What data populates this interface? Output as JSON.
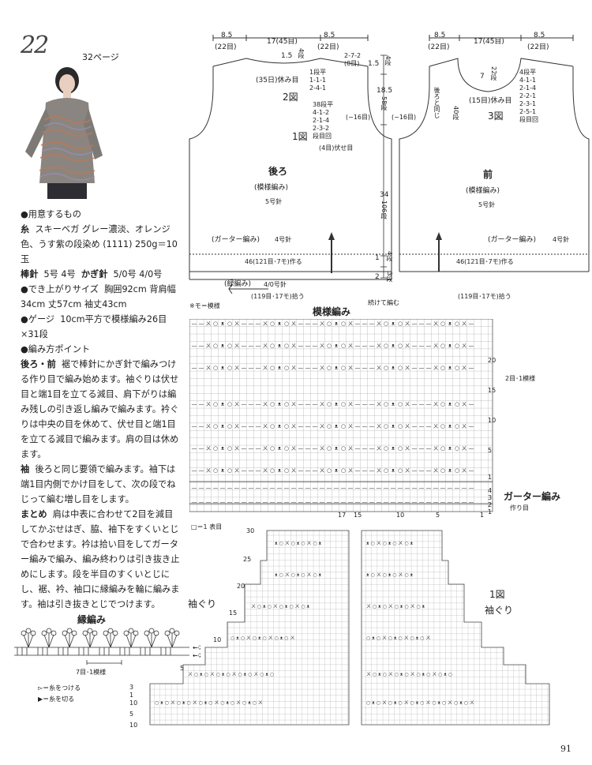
{
  "header": {
    "pattern_number": "22",
    "page_ref": "32ページ"
  },
  "materials": {
    "heading": "●用意するもの",
    "yarn_label": "糸",
    "yarn": "スキーベガ グレー濃淡、オレンジ色、うす紫の段染め (1111) 250g＝10玉",
    "needles_label": "棒針",
    "needles": "5号 4号",
    "hook_label": "かぎ針",
    "hook": "5/0号 4/0号"
  },
  "size": {
    "heading": "●でき上がりサイズ",
    "text": "胸囲92cm 背肩幅34cm 丈57cm 袖丈43cm"
  },
  "gauge": {
    "heading": "●ゲージ",
    "text": "10cm平方で模様編み26目×31段"
  },
  "method": {
    "heading": "●編み方ポイント",
    "body_label": "後ろ・前",
    "body": "裾で棒針にかぎ針で編みつける作り目で編み始めます。袖ぐりは伏せ目と端1目を立てる減目、肩下がりは編み残しの引き返し編みで編みます。衿ぐりは中央の目を休めて、伏せ目と端1目を立てる減目で編みます。肩の目は休めます。",
    "sleeve_label": "袖",
    "sleeve": "後ろと同じ要領で編みます。袖下は端1目内側でかけ目をして、次の段でねじって編む増し目をします。",
    "finish_label": "まとめ",
    "finish": "肩は中表に合わせて2目を減目してかぶせはぎ、脇、袖下をすくいとじで合わせます。衿は拾い目をしてガーター編みで編み、編み終わりは引き抜き止めにします。段を半目のすくいとじにし、裾、衿、袖口に縁編みを輪に編みます。袖は引き抜きとじでつけます。"
  },
  "edging": {
    "title": "縁編み",
    "repeat": "7目･1模様",
    "legend_attach": "▻＝糸をつける",
    "legend_cut": "▶＝糸を切る"
  },
  "back": {
    "top": {
      "left_w": "8.5",
      "left_st": "(22目)",
      "center": "17(45目)",
      "right_w": "8.5",
      "right_st": "(22目)"
    },
    "neck_depth": "1.5",
    "neck_rows": "4段",
    "rest": "(35日)休み目",
    "neck_dec": [
      "1段平",
      "1-1-1",
      "2-4-1"
    ],
    "shoulder_dec": [
      "2-7-2",
      "(8目)"
    ],
    "fig2": "2図",
    "fig1": "1図",
    "arm_dec": [
      "38段平",
      "4-1-2",
      "2-1-4",
      "2-3-2",
      "段目回"
    ],
    "arm_bind": "(4目)伏せ目",
    "side": "(−16目)",
    "title": "後ろ",
    "pattern": "(模様編み)",
    "needle": "5号針",
    "garter": "(ガーター編み)",
    "garter_needle": "4号針",
    "cast_on": "46(121目･7モ)作る",
    "edging_label": "(緑編み)",
    "edging_needle": "4/0号針",
    "pickup": "(119目･17モ)拾う",
    "note": "※モ＝模様"
  },
  "vertical": {
    "shoulder": "1.5",
    "shoulder_rows": "4段",
    "armhole": "18.5",
    "armhole_rows": "58段",
    "body": "34",
    "body_rows": "106段",
    "garter": "1",
    "garter_rows": "4段",
    "edge": "2",
    "edge_rows": "3段",
    "continue": "続けて編む"
  },
  "front": {
    "top": {
      "left_w": "8.5",
      "left_st": "(22目)",
      "center": "17(45目)",
      "right_w": "8.5",
      "right_st": "(22目)"
    },
    "neck_w": "7",
    "neck_rows": "22段",
    "neck_depth": "40段",
    "same_as_back": "後ろと同じ",
    "rest": "(15目)休み目",
    "neck_dec": [
      "4段平",
      "4-1-1",
      "2-1-4",
      "2-2-1",
      "2-3-1",
      "2-5-1",
      "段目回"
    ],
    "fig3": "3図",
    "side": "(−16目)",
    "title": "前",
    "pattern": "(模様編み)",
    "needle": "5号針",
    "garter": "(ガーター編み)",
    "garter_needle": "4号針",
    "cast_on": "46(121目･7モ)作る",
    "pickup": "(119目･17モ)拾う"
  },
  "chart": {
    "title": "模様編み",
    "repeat_label": "2目･1模様",
    "garter_label": "ガーター編み",
    "cast_on_label": "作り目",
    "row_nums": [
      "20",
      "15",
      "10",
      "5",
      "1"
    ],
    "garter_rows": [
      "4",
      "3",
      "2",
      "1"
    ],
    "col_nums": [
      "17",
      "15",
      "10",
      "5",
      "1"
    ],
    "legend": "□＝1 表目"
  },
  "armhole": {
    "left_label": "袖ぐり",
    "right_label": "袖ぐり",
    "fig1": "1図",
    "row_marks": [
      "30",
      "25",
      "20",
      "15",
      "10",
      "5",
      "3",
      "1",
      "10",
      "5",
      "10"
    ]
  },
  "page_number": "91"
}
